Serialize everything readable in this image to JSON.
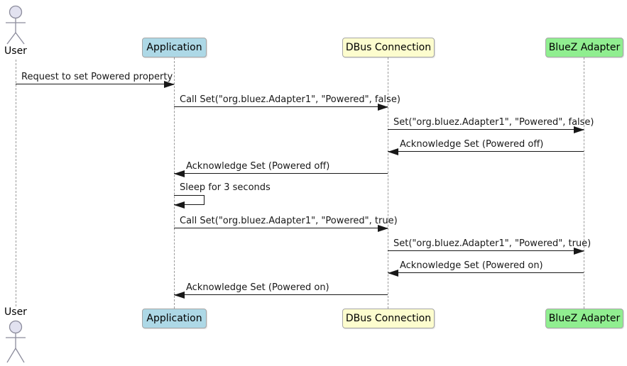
{
  "diagram": {
    "type": "uml-sequence",
    "actor": {
      "label": "User"
    },
    "participants": [
      {
        "label": "Application",
        "fill": "#ADD8E6"
      },
      {
        "label": "DBus Connection",
        "fill": "#FDFDCE"
      },
      {
        "label": "BlueZ Adapter",
        "fill": "#90EE90"
      }
    ],
    "messages": [
      {
        "from": "User",
        "to": "Application",
        "direction": "right",
        "label": "Request to set Powered property"
      },
      {
        "from": "Application",
        "to": "DBus Connection",
        "direction": "right",
        "label": "Call Set(\"org.bluez.Adapter1\", \"Powered\", false)"
      },
      {
        "from": "DBus Connection",
        "to": "BlueZ Adapter",
        "direction": "right",
        "label": "Set(\"org.bluez.Adapter1\", \"Powered\", false)"
      },
      {
        "from": "BlueZ Adapter",
        "to": "DBus Connection",
        "direction": "left",
        "label": "Acknowledge Set (Powered off)"
      },
      {
        "from": "DBus Connection",
        "to": "Application",
        "direction": "left",
        "label": "Acknowledge Set (Powered off)"
      },
      {
        "from": "Application",
        "to": "Application",
        "direction": "self",
        "label": "Sleep for 3 seconds"
      },
      {
        "from": "Application",
        "to": "DBus Connection",
        "direction": "right",
        "label": "Call Set(\"org.bluez.Adapter1\", \"Powered\", true)"
      },
      {
        "from": "DBus Connection",
        "to": "BlueZ Adapter",
        "direction": "right",
        "label": "Set(\"org.bluez.Adapter1\", \"Powered\", true)"
      },
      {
        "from": "BlueZ Adapter",
        "to": "DBus Connection",
        "direction": "left",
        "label": "Acknowledge Set (Powered on)"
      },
      {
        "from": "DBus Connection",
        "to": "Application",
        "direction": "left",
        "label": "Acknowledge Set (Powered on)"
      }
    ],
    "colors": {
      "actor_head_fill": "#E2E2F0",
      "box_border": "#A6A6A6",
      "lifeline": "#9A9A9A",
      "message_line": "#181818",
      "background": "#FFFFFF"
    }
  }
}
